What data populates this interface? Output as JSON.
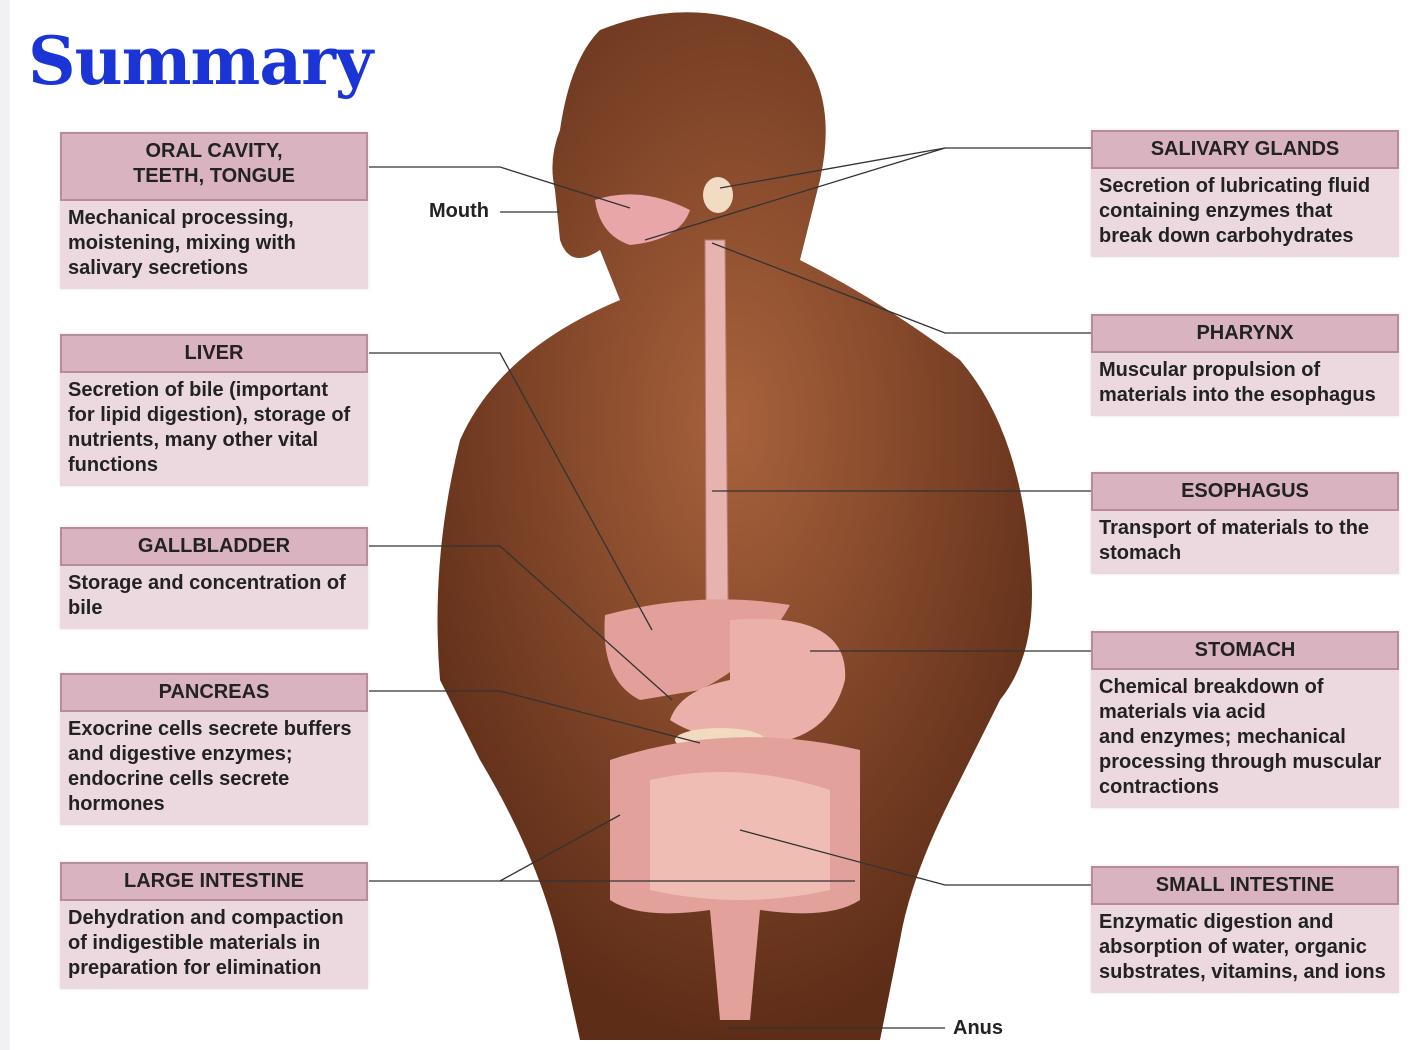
{
  "title": "Summary",
  "left_boxes": [
    {
      "heading": "ORAL CAVITY,\nTEETH, TONGUE",
      "text": "Mechanical processing,\nmoistening, mixing with\nsalivary secretions"
    },
    {
      "heading": "LIVER",
      "text": "Secretion of bile (important\nfor lipid digestion), storage of\nnutrients, many other vital\nfunctions"
    },
    {
      "heading": "GALLBLADDER",
      "text": "Storage and concentration of\nbile"
    },
    {
      "heading": "PANCREAS",
      "text": "Exocrine cells secrete buffers\nand digestive enzymes;\nendocrine cells secrete\nhormones"
    },
    {
      "heading": "LARGE INTESTINE",
      "text": "Dehydration and compaction\nof indigestible materials in\npreparation for elimination"
    }
  ],
  "right_boxes": [
    {
      "heading": "SALIVARY GLANDS",
      "text": "Secretion of lubricating fluid\ncontaining enzymes that\nbreak down carbohydrates"
    },
    {
      "heading": "PHARYNX",
      "text": "Muscular propulsion of\nmaterials into the esophagus"
    },
    {
      "heading": "ESOPHAGUS",
      "text": "Transport of materials to the\nstomach"
    },
    {
      "heading": "STOMACH",
      "text": "Chemical breakdown of\nmaterials via acid\nand enzymes; mechanical\nprocessing through muscular\ncontractions"
    },
    {
      "heading": "SMALL INTESTINE",
      "text": "Enzymatic digestion and\nabsorption of water, organic\nsubstrates, vitamins, and ions"
    }
  ],
  "labels": {
    "mouth": "Mouth",
    "anus": "Anus"
  },
  "colors": {
    "title": "#1a34d6",
    "box_header": "#d9b4c0",
    "box_body": "#ecd9df",
    "skin": "#8a4a2c",
    "organ": "#e7a9a4"
  }
}
